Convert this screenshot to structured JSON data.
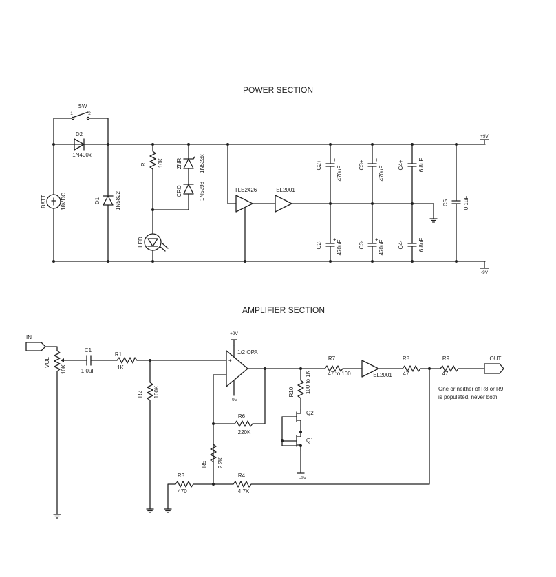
{
  "titles": {
    "power": "POWER SECTION",
    "amplifier": "AMPLIFIER SECTION"
  },
  "power": {
    "sw": "SW",
    "sw_pin1": "1",
    "sw_pin2": "2",
    "d2": "D2",
    "d2_val": "1N400x",
    "batt": "BATT",
    "batt_val": "18VDC",
    "d1": "D1",
    "d1_val": "1N5822",
    "rl": "RL",
    "rl_val": "10K",
    "led": "LED",
    "znr": "ZNR",
    "znr_val": "1N523x",
    "crd": "CRD",
    "crd_val": "1N5298",
    "tle": "TLE2426",
    "el": "EL2001",
    "c2p": "C2+",
    "c2p_val": "470uF",
    "c3p": "C3+",
    "c3p_val": "470uF",
    "c4p": "C4+",
    "c4p_val": "6.8uF",
    "c2m": "C2-",
    "c2m_val": "470uF",
    "c3m": "C3-",
    "c3m_val": "470uF",
    "c4m": "C4-",
    "c4m_val": "6.8uF",
    "c5": "C5",
    "c5_val": "0.1uF",
    "vpos": "+9V",
    "vneg": "-9V",
    "plus": "+"
  },
  "amp": {
    "in": "IN",
    "vol": "VOL",
    "vol_val": "10K",
    "c1": "C1",
    "c1_val": "1.0uF",
    "r1": "R1",
    "r1_val": "1K",
    "r2": "R2",
    "r2_val": "100K",
    "vpos": "+9V",
    "vneg": "-9V",
    "opa": "1/2 OPA",
    "plus": "+",
    "minus": "−",
    "r7": "R7",
    "r7_val": "47 to 100",
    "el": "EL2001",
    "r8": "R8",
    "r8_val": "47",
    "r9": "R9",
    "r9_val": "47",
    "out": "OUT",
    "note1": "One or neither of R8 or R9",
    "note2": "is populated, never both.",
    "r10": "R10",
    "r10_val": "100 to 1K",
    "q2": "Q2",
    "q1": "Q1",
    "r6": "R6",
    "r6_val": "220K",
    "r5": "R5",
    "r5_val": "2.2K",
    "r3": "R3",
    "r3_val": "470",
    "r4": "R4",
    "r4_val": "4.7K"
  }
}
